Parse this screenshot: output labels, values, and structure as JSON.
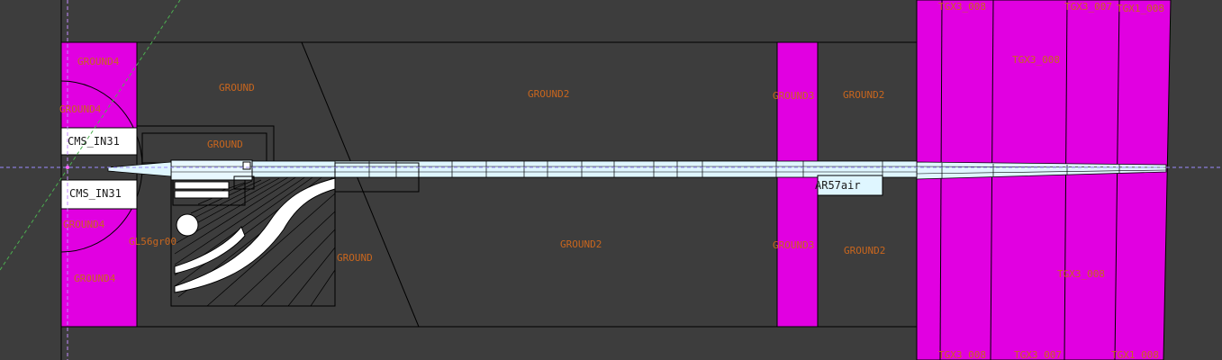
{
  "colors": {
    "background": "#3d3d3d",
    "outline": "#000000",
    "magenta": "#e100e1",
    "label": "#c8661e",
    "beamline": "#dff6ff",
    "white_region": "#ffffff",
    "guide_green": "#4caf50",
    "axis_purple": "#9b8cff"
  },
  "labels": {
    "ground4_top": "GROUND4",
    "ground4_a": "GROUND4",
    "ground_top": "GROUND",
    "ground2_top": "GROUND2",
    "ground3_top": "GROUND3",
    "ground2_top_r": "GROUND2",
    "ground_mid": "GROUND",
    "cms_in31_top": "CMS_IN31",
    "cms_in31_bot": "CMS_IN31",
    "ground4_b": "GROUND4",
    "g56gr00": "GL56gr00",
    "ground_bottom": "GROUND",
    "ground2_bottom": "GROUND2",
    "ground3_bottom": "GROUND3",
    "ground2_bottom_r": "GROUND2",
    "ground4_bottom": "GROUND4",
    "ar57air": "AR57air",
    "tgx_top_1": "TGX3_008",
    "tgx_top_2": "TGX3_007",
    "tgx_top_3": "TGX1_008",
    "tgx_mid_top": "TGX3_008",
    "tgx_mid_bot": "TGX3_008",
    "tgx_bot_1": "TGX3_008",
    "tgx_bot_2": "TGX3_007",
    "tgx_bot_3": "TGX1_008"
  }
}
